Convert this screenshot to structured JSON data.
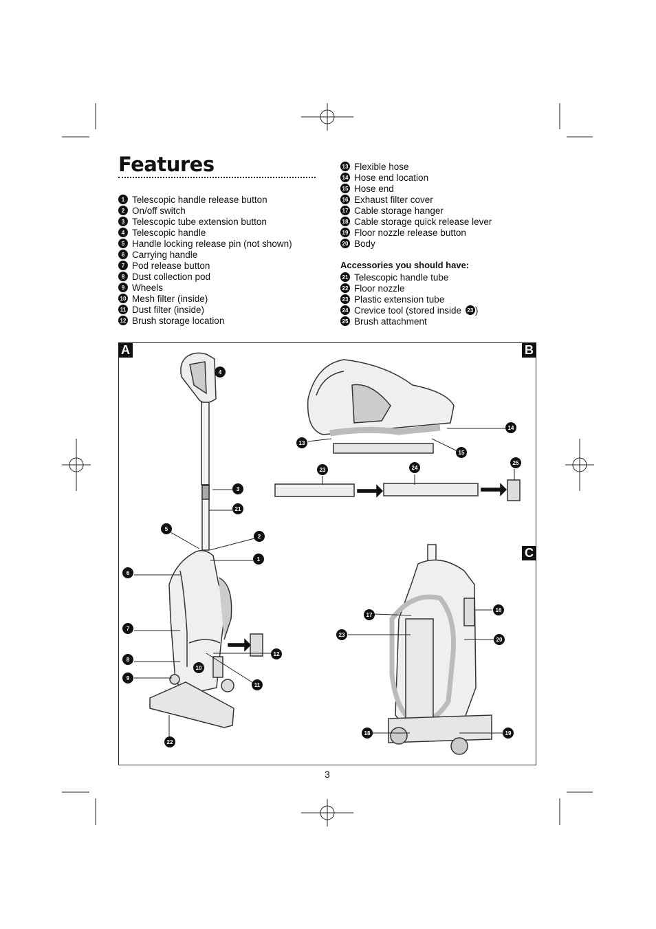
{
  "heading": "Features",
  "features": [
    {
      "n": "1",
      "text": "Telescopic handle release button"
    },
    {
      "n": "2",
      "text": "On/off switch"
    },
    {
      "n": "3",
      "text": "Telescopic tube extension button"
    },
    {
      "n": "4",
      "text": "Telescopic handle"
    },
    {
      "n": "5",
      "text": "Handle locking release pin (not shown)"
    },
    {
      "n": "6",
      "text": "Carrying handle"
    },
    {
      "n": "7",
      "text": "Pod release button"
    },
    {
      "n": "8",
      "text": "Dust collection pod"
    },
    {
      "n": "9",
      "text": "Wheels"
    },
    {
      "n": "10",
      "text": "Mesh filter (inside)"
    },
    {
      "n": "11",
      "text": "Dust filter (inside)"
    },
    {
      "n": "12",
      "text": "Brush storage location"
    }
  ],
  "features2": [
    {
      "n": "13",
      "text": "Flexible hose"
    },
    {
      "n": "14",
      "text": "Hose end location"
    },
    {
      "n": "15",
      "text": "Hose end"
    },
    {
      "n": "16",
      "text": "Exhaust filter cover"
    },
    {
      "n": "17",
      "text": "Cable storage hanger"
    },
    {
      "n": "18",
      "text": "Cable storage quick release lever"
    },
    {
      "n": "19",
      "text": "Floor nozzle release button"
    },
    {
      "n": "20",
      "text": "Body"
    }
  ],
  "accessories_heading": "Accessories you should have:",
  "accessories": [
    {
      "n": "21",
      "text": "Telescopic handle tube"
    },
    {
      "n": "22",
      "text": "Floor nozzle"
    },
    {
      "n": "23",
      "text": "Plastic extension tube"
    },
    {
      "n": "24",
      "text": "Crevice tool (stored inside ",
      "ref": "23",
      "tail": ")"
    },
    {
      "n": "25",
      "text": "Brush attachment"
    }
  ],
  "panels": {
    "a": "A",
    "b": "B",
    "c": "C"
  },
  "callouts": {
    "c1": "1",
    "c2": "2",
    "c3": "3",
    "c4": "4",
    "c5": "5",
    "c6": "6",
    "c7": "7",
    "c8": "8",
    "c9": "9",
    "c10": "10",
    "c11": "11",
    "c12": "12",
    "c13": "13",
    "c14": "14",
    "c15": "15",
    "c16": "16",
    "c17": "17",
    "c18": "18",
    "c19": "19",
    "c20": "20",
    "c21": "21",
    "c22": "22",
    "c23a": "23",
    "c23b": "23",
    "c24": "24",
    "c25": "25"
  },
  "page_number": "3"
}
